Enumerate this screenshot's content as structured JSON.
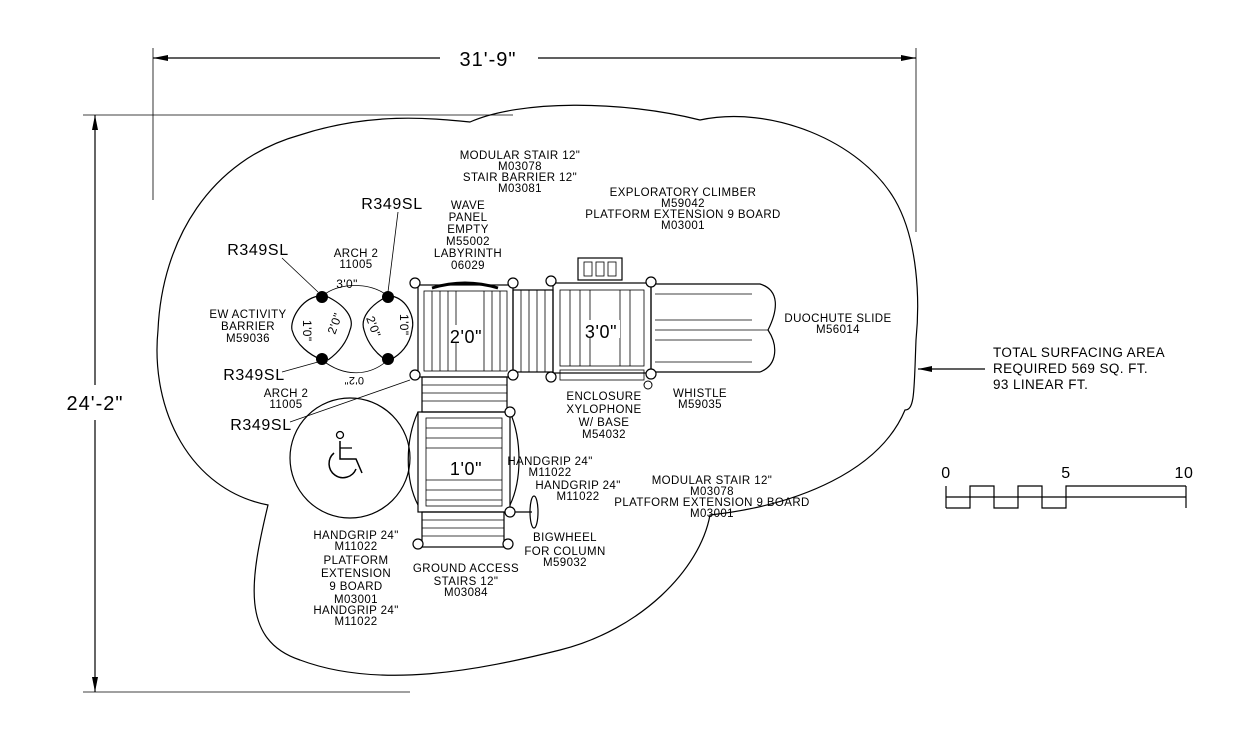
{
  "dimensions": {
    "width": "31'-9\"",
    "height": "24'-2\""
  },
  "labels": {
    "modular_stair_top": [
      "MODULAR STAIR 12\"",
      "M03078",
      "STAIR BARRIER 12\"",
      "M03081"
    ],
    "exploratory_climber": [
      "EXPLORATORY CLIMBER",
      "M59042",
      "PLATFORM EXTENSION 9 BOARD",
      "M03001"
    ],
    "wave_panel": [
      "WAVE",
      "PANEL",
      "EMPTY",
      "M55002",
      "LABYRINTH",
      "06029"
    ],
    "r349_top": "R349SL",
    "r349_left": "R349SL",
    "r349_mid": "R349SL",
    "r349_bottom": "R349SL",
    "arch_top": [
      "ARCH 2",
      "11005"
    ],
    "arch_bottom": [
      "ARCH 2",
      "11005"
    ],
    "ew_activity": [
      "EW ACTIVITY",
      "BARRIER",
      "M59036"
    ],
    "duochute": [
      "DUOCHUTE SLIDE",
      "M56014"
    ],
    "enclosure": [
      "ENCLOSURE",
      "XYLOPHONE",
      "W/ BASE",
      "M54032"
    ],
    "whistle": [
      "WHISTLE",
      "M59035"
    ],
    "handgrip_a": [
      "HANDGRIP 24\"",
      "M11022"
    ],
    "handgrip_b": [
      "HANDGRIP 24\"",
      "M11022"
    ],
    "modular_stair_right": [
      "MODULAR STAIR 12\"",
      "M03078",
      "PLATFORM EXTENSION 9 BOARD",
      "M03001"
    ],
    "bigwheel": [
      "BIGWHEEL",
      "FOR COLUMN",
      "M59032"
    ],
    "ground_access": [
      "GROUND ACCESS",
      "STAIRS 12\"",
      "M03084"
    ],
    "left_bottom": [
      "HANDGRIP 24\"",
      "M11022",
      "PLATFORM",
      "EXTENSION",
      "9 BOARD",
      "M03001",
      "HANDGRIP 24\"",
      "M11022"
    ],
    "surfacing": [
      "TOTAL SURFACING AREA",
      "REQUIRED 569 SQ. FT.",
      "93 LINEAR FT."
    ],
    "deck_heights": {
      "deck_a": "2'0\"",
      "deck_b": "3'0\"",
      "deck_c": "1'0\"",
      "arch_top_h": "3'0\"",
      "arch_left_h": "1'0\"",
      "arch_mid_a": "2'0\"",
      "arch_mid_b": "2'0\"",
      "arch_right_h": "1'0\"",
      "arch_bottom_h": "0'2\""
    },
    "scale": [
      "0",
      "5",
      "10"
    ]
  },
  "icons": {
    "accessibility": "wheelchair-icon"
  }
}
